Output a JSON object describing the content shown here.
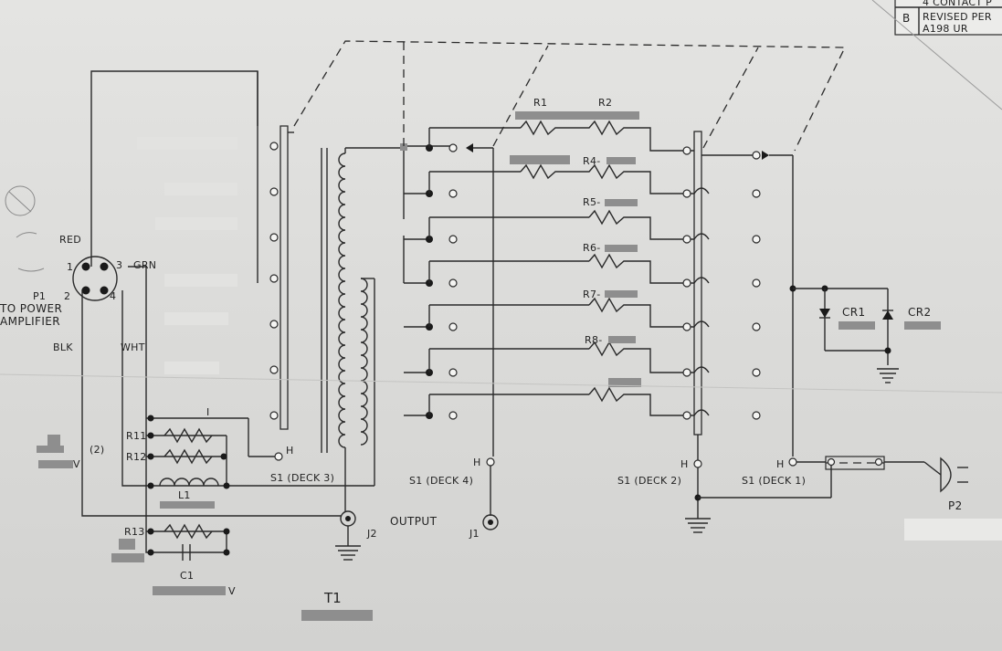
{
  "revision_block": {
    "row1": "4 CONTACT P",
    "letter": "B",
    "line1": "REVISED PER",
    "line2": "A198 UR"
  },
  "connector_p1": {
    "pin1": "1",
    "pin2": "2",
    "pin3": "3",
    "pin4": "4",
    "red": "RED",
    "grn": "GRN",
    "blk": "BLK",
    "wht": "WHT",
    "name": "P1",
    "desc1": "TO POWER",
    "desc2": "AMPLIFIER"
  },
  "components": {
    "r1": "R1",
    "r2": "R2",
    "r4": "R4-",
    "r5": "R5-",
    "r6": "R6-",
    "r7": "R7-",
    "r8": "R8-",
    "r11": "R11",
    "r12": "R12",
    "r13": "R13",
    "l1": "L1",
    "c1": "C1",
    "c1_unit": "V",
    "note2": "(2)",
    "note_v": "V",
    "cr1": "CR1",
    "cr2": "CR2",
    "t1": "T1",
    "j1": "J1",
    "j2": "J2",
    "p2": "P2",
    "output": "OUTPUT"
  },
  "switch": {
    "h": "H",
    "deck1": "S1  (DECK 1)",
    "deck2": "S1  (DECK 2)",
    "deck3": "S1  (DECK 3)",
    "deck4": "S1  (DECK 4)"
  }
}
